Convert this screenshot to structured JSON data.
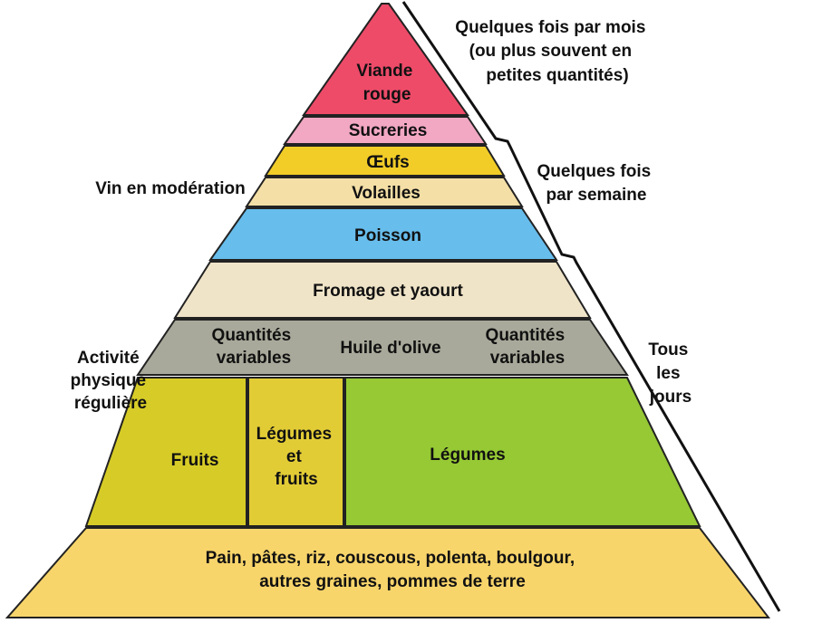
{
  "pyramid": {
    "tiers": {
      "viande": {
        "label_lines": [
          "Viande",
          "rouge"
        ],
        "color": "#EE4B69"
      },
      "sucreries": {
        "label_lines": [
          "Sucreries"
        ],
        "color": "#F2A7C3"
      },
      "oeufs": {
        "label_lines": [
          "Œufs"
        ],
        "color": "#F2CD28"
      },
      "volailles": {
        "label_lines": [
          "Volailles"
        ],
        "color": "#F4DFA6"
      },
      "poisson": {
        "label_lines": [
          "Poisson"
        ],
        "color": "#67BDEC"
      },
      "fromage": {
        "label_lines": [
          "Fromage et yaourt"
        ],
        "color": "#F0E4C8"
      },
      "huile": {
        "color": "#A9A99B",
        "left_lines": [
          "Quantités",
          "variables"
        ],
        "center_lines": [
          "Huile d'olive"
        ],
        "right_lines": [
          "Quantités",
          "variables"
        ]
      },
      "fruits": {
        "label_lines": [
          "Fruits"
        ],
        "color": "#D7CC27"
      },
      "legumes_fruits": {
        "label_lines": [
          "Légumes",
          "et",
          "fruits"
        ],
        "color": "#E2CC36"
      },
      "legumes": {
        "label_lines": [
          "Légumes"
        ],
        "color": "#96C934"
      },
      "base": {
        "label_lines": [
          "Pain, pâtes, riz, couscous, polenta, boulgour,",
          "autres graines, pommes de terre"
        ],
        "color": "#F8D56B"
      }
    }
  },
  "side_labels": {
    "vin": {
      "lines": [
        "Vin en modération"
      ]
    },
    "activite": {
      "lines": [
        "Activité",
        "physique",
        "régulière"
      ]
    }
  },
  "frequency": {
    "mois": {
      "lines": [
        "Quelques fois par mois",
        "(ou plus souvent en",
        "petites quantités)"
      ]
    },
    "semaine": {
      "lines": [
        "Quelques fois",
        "par semaine"
      ]
    },
    "jours": {
      "lines": [
        "Tous",
        "les",
        "jours"
      ]
    }
  }
}
